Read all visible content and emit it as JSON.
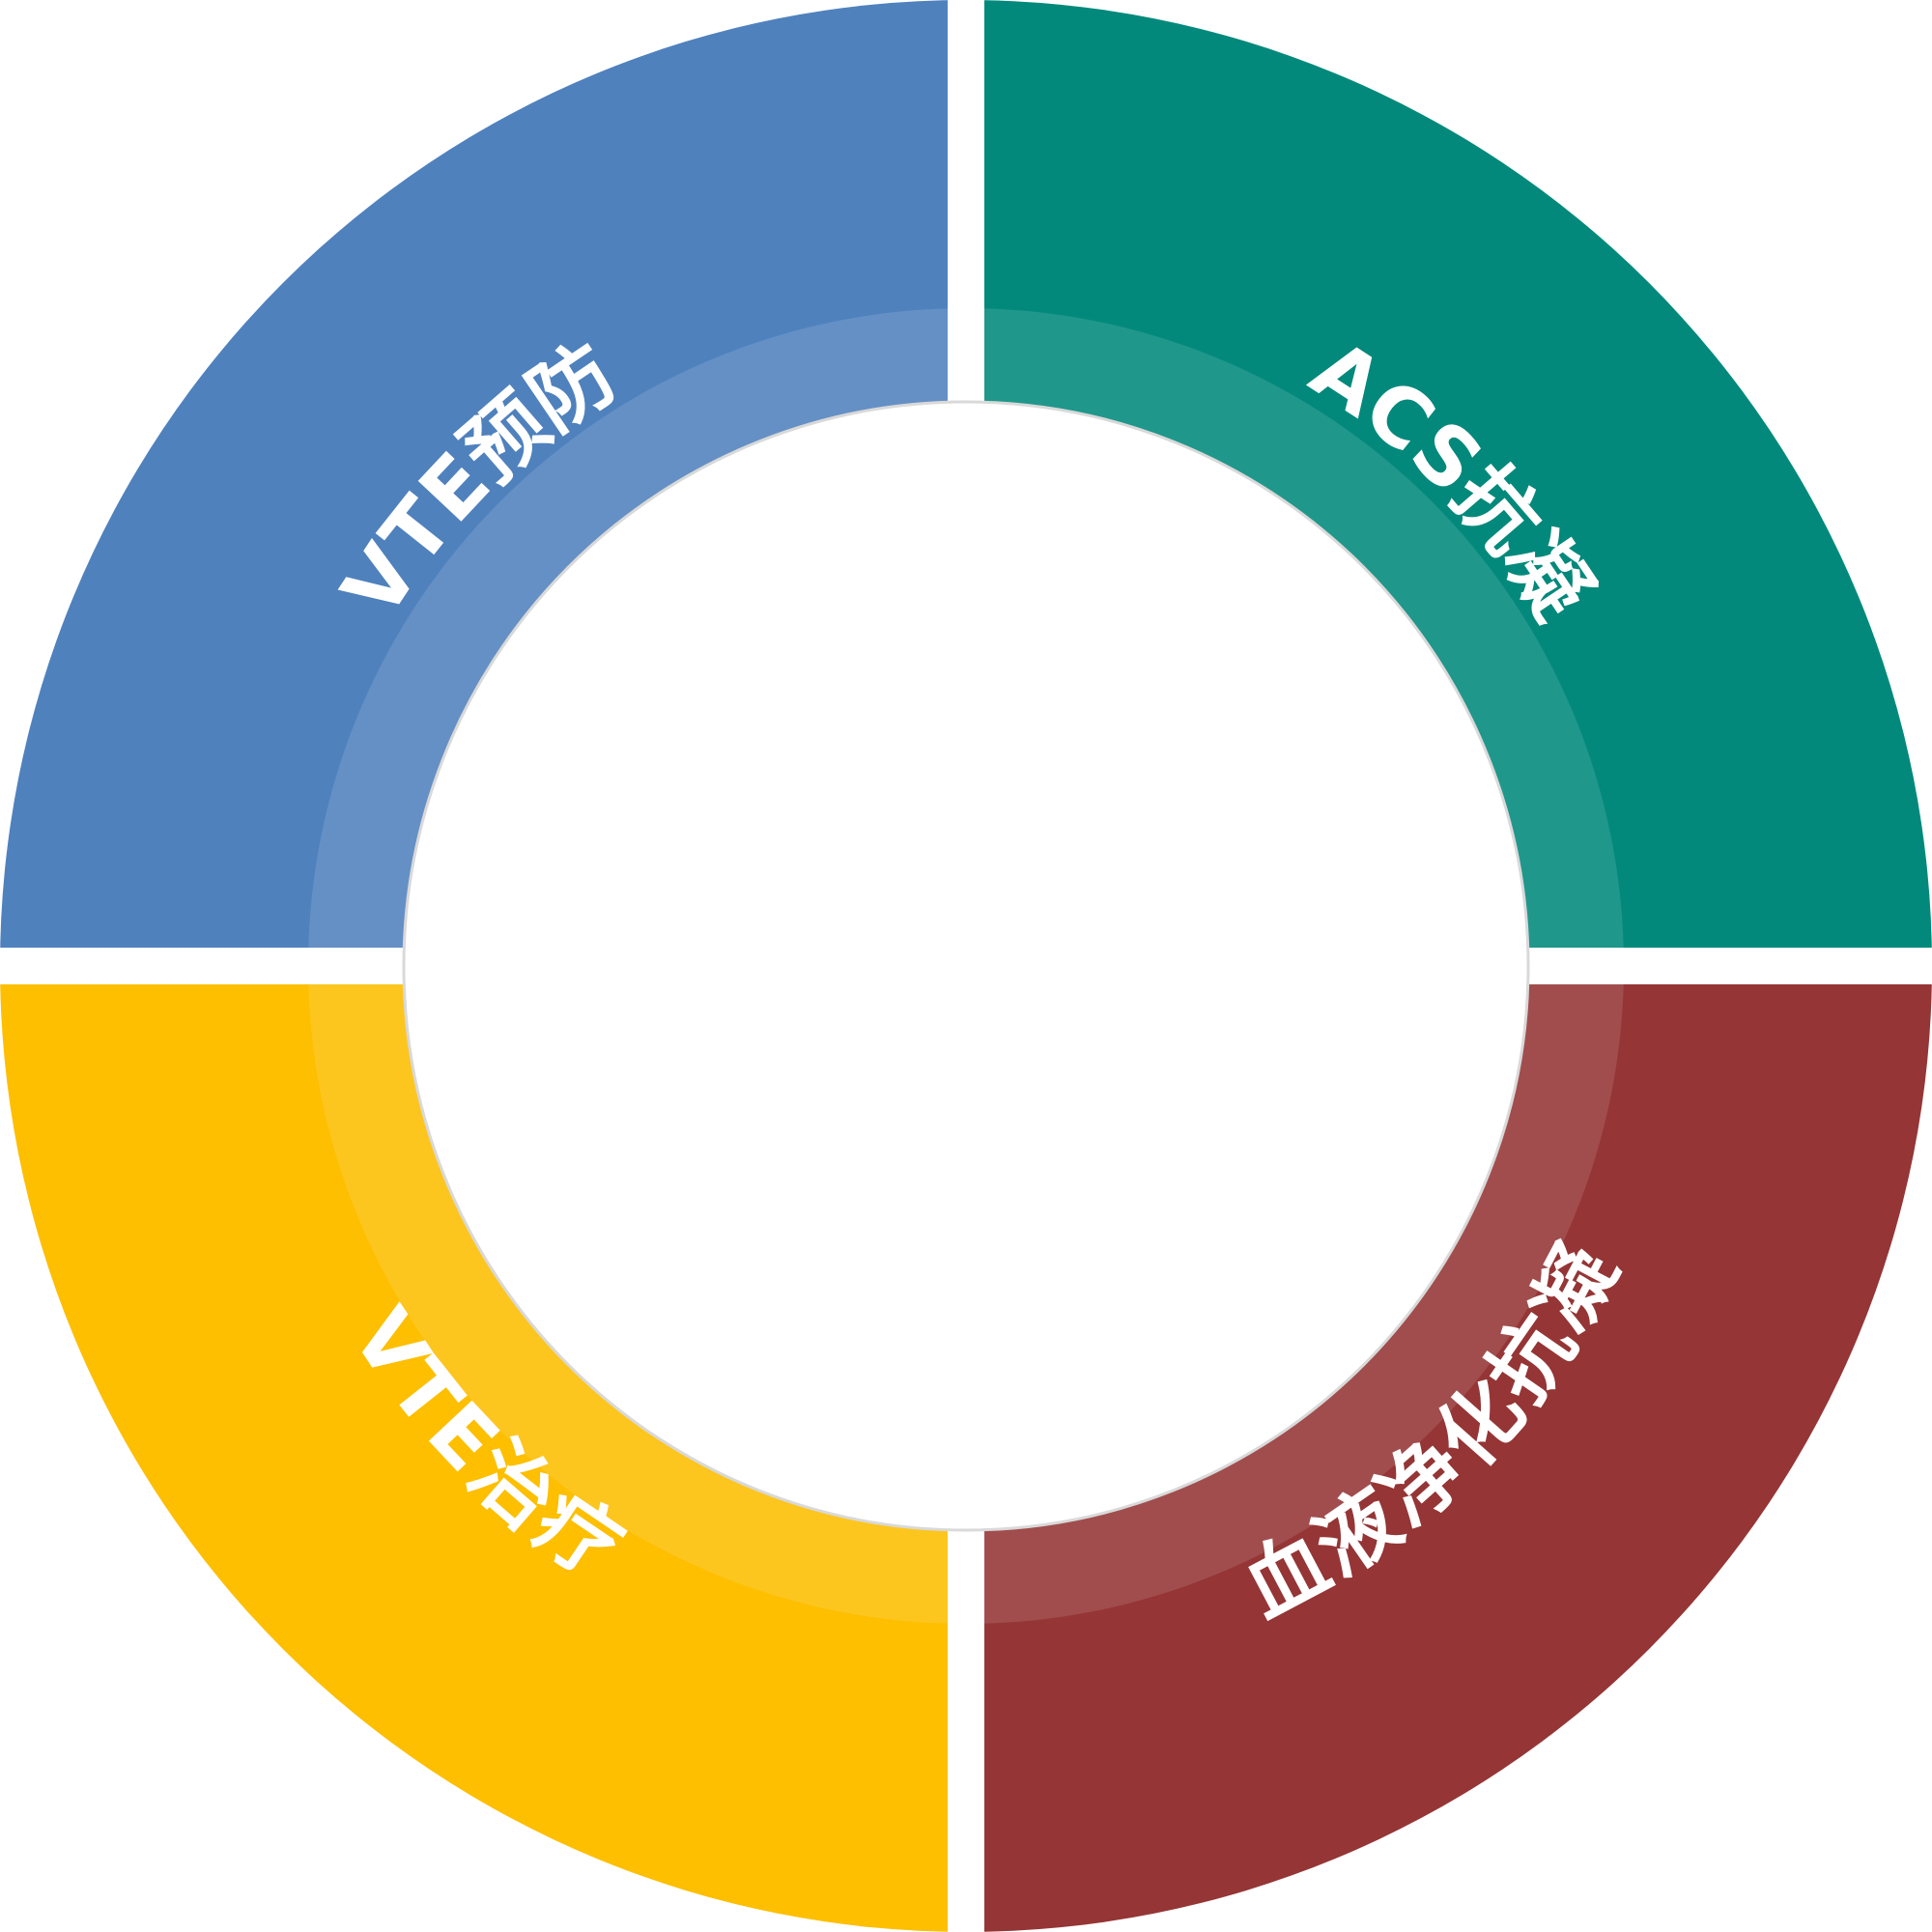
{
  "segments": [
    {
      "label": "VTE预防",
      "color": "#4F81BD"
    },
    {
      "label": "ACS抗凝",
      "color": "#02897B"
    },
    {
      "label": "VTE治疗",
      "color": "#FDBF00"
    },
    {
      "label": "血液净化抗凝",
      "color": "#953535"
    }
  ],
  "colors": {
    "inner_band": "rgba(255,255,255,0.12)",
    "divider": "#ffffff",
    "center": "#ffffff",
    "center_stroke": "#d9d9d9"
  }
}
